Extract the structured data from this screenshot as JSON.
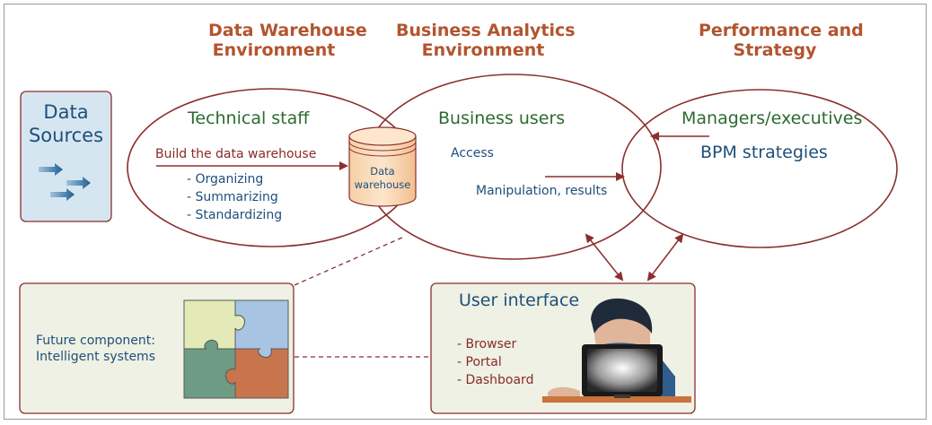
{
  "headers": {
    "dw_line1": "Data Warehouse",
    "dw_line2": "Environment",
    "ba_line1": "Business Analytics",
    "ba_line2": "Environment",
    "ps_line1": "Performance and",
    "ps_line2": "Strategy"
  },
  "data_sources": {
    "line1": "Data",
    "line2": "Sources"
  },
  "dw": {
    "title": "Technical staff",
    "build": "Build the data warehouse",
    "steps": [
      "- Organizing",
      "- Summarizing",
      "- Standardizing"
    ]
  },
  "warehouse": {
    "line1": "Data",
    "line2": "warehouse"
  },
  "ba": {
    "title": "Business users",
    "access": "Access",
    "manipulation": "Manipulation, results"
  },
  "ps": {
    "title": "Managers/executives",
    "bpm": "BPM strategies"
  },
  "future": {
    "line1": "Future component:",
    "line2": "Intelligent systems"
  },
  "ui": {
    "title": "User interface",
    "items": [
      "- Browser",
      "- Portal",
      "- Dashboard"
    ]
  },
  "colors": {
    "ellipse": "#8b2e2e",
    "header": "#b3542e",
    "green": "#2c6b2f",
    "blue": "#1e4f7a",
    "box_fill": "#eef1e3",
    "sources_fill": "#d6e6f1"
  }
}
